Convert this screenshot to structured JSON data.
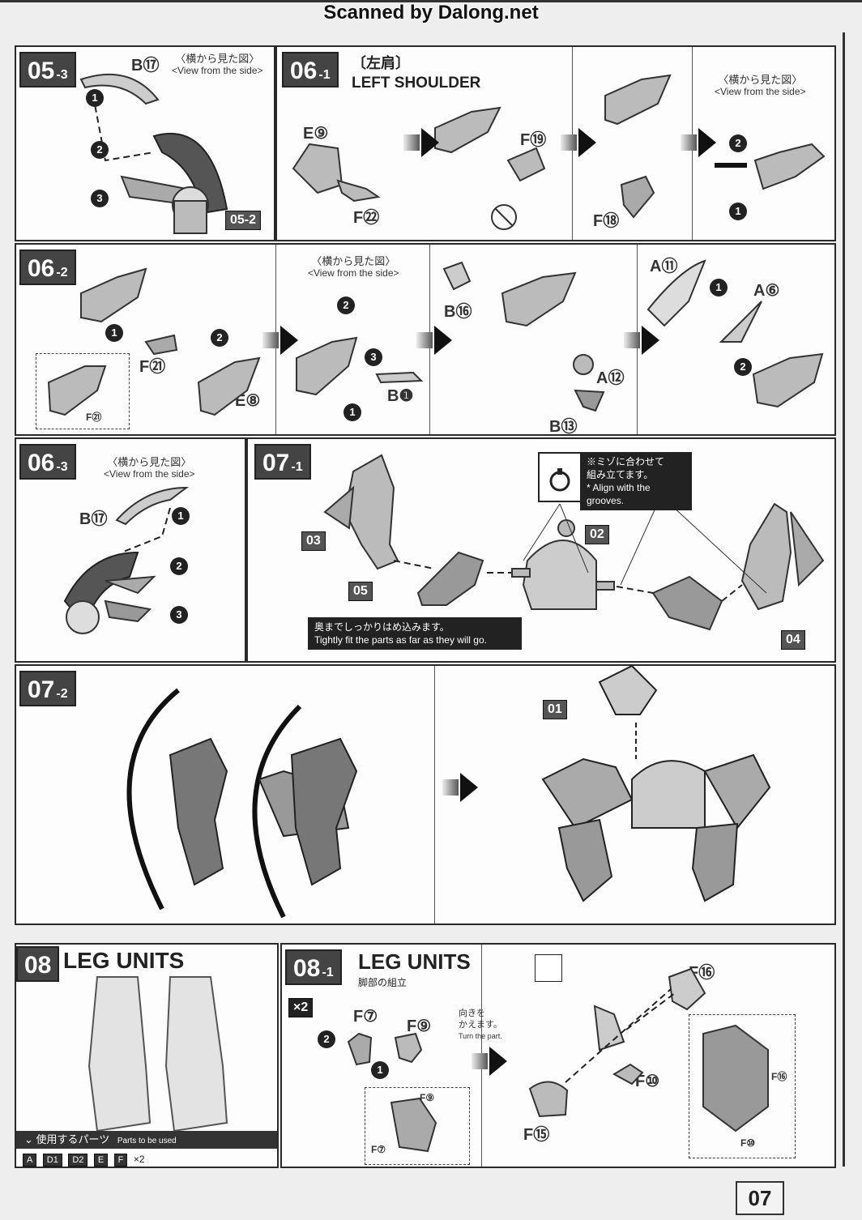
{
  "watermark": "Scanned by Dalong.net",
  "page_number": "07",
  "common": {
    "view_jp": "〈横から見た図〉",
    "view_en": "<View from the side>"
  },
  "s05_3": {
    "badge_main": "05",
    "badge_sub": "-3",
    "part_b17": "B⑰",
    "ref_main": "05",
    "ref_sub": "-2"
  },
  "s06_1": {
    "badge_main": "06",
    "badge_sub": "-1",
    "title_jp": "〔左肩〕",
    "title_en": "LEFT SHOULDER",
    "part_e9": "E⑨",
    "part_f22": "F㉒",
    "part_f19": "F⑲",
    "part_f18": "F⑱"
  },
  "s06_2": {
    "badge_main": "06",
    "badge_sub": "-2",
    "part_f21": "F㉑",
    "part_f21_small": "F㉑",
    "part_e8": "E⑧",
    "part_b1": "B❶",
    "part_b16": "B⑯",
    "part_a12": "A⑫",
    "part_b13": "B⑬",
    "part_a11": "A⑪",
    "part_a6": "A⑥"
  },
  "s06_3": {
    "badge_main": "06",
    "badge_sub": "-3",
    "part_b17": "B⑰"
  },
  "s07_1": {
    "badge_main": "07",
    "badge_sub": "-1",
    "ref03": "03",
    "ref02": "02",
    "ref05": "05",
    "ref04": "04",
    "align_jp_1": "※ミゾに合わせて",
    "align_jp_2": "組み立てます。",
    "align_en_1": "* Align with the",
    "align_en_2": "grooves.",
    "fit_jp": "奥までしっかりはめ込みます。",
    "fit_en": "Tightly fit the parts as far as they will go."
  },
  "s07_2": {
    "badge_main": "07",
    "badge_sub": "-2",
    "ref01": "01"
  },
  "s08": {
    "badge": "08",
    "title": "LEG UNITS",
    "parts_jp": "使用するパーツ",
    "parts_en": "Parts to be used",
    "parts_list": [
      "A",
      "D1",
      "D2",
      "E",
      "F"
    ],
    "parts_mult": "×2"
  },
  "s08_1": {
    "badge_main": "08",
    "badge_sub": "-1",
    "title_en": "LEG UNITS",
    "title_jp": "脚部の組立",
    "mult": "×2",
    "part_f7": "F⑦",
    "part_f9": "F⑨",
    "part_f9_small": "F⑨",
    "part_f7_small": "F⑦",
    "turn_jp_1": "向きを",
    "turn_jp_2": "かえます。",
    "turn_en": "Turn the part.",
    "part_f16": "F⑯",
    "part_f10": "F⑩",
    "part_f15": "F⑮",
    "part_f16_small": "F⑯",
    "part_f10_small": "F⑩"
  },
  "colors": {
    "badge": "#444444",
    "frame": "#2a2a2a",
    "paper": "#fdfdfd",
    "part_gray": "#bdbdbd"
  }
}
